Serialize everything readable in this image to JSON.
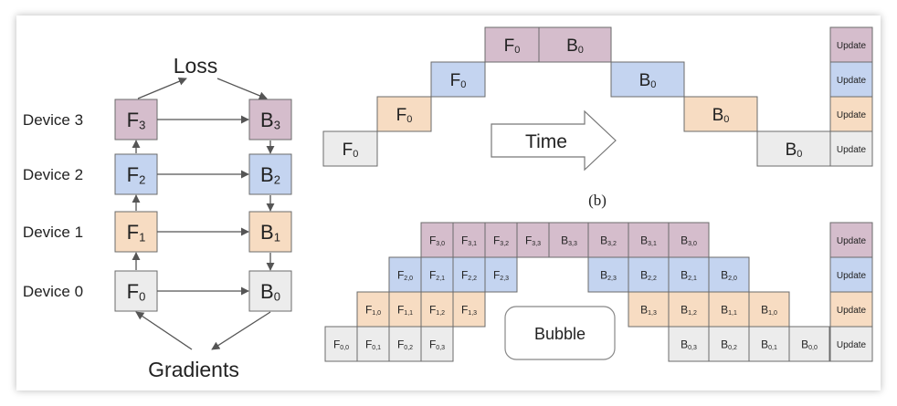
{
  "colors": {
    "purple": "#d5bdcc",
    "blue": "#c4d4f0",
    "orange": "#f7dcc2",
    "gray": "#ececec",
    "edge": "#6b6b6b",
    "text": "#222222"
  },
  "left": {
    "loss_label": "Loss",
    "gradients_label": "Gradients",
    "devices": [
      {
        "label": "Device 3",
        "f": "F",
        "f_sub": "3",
        "b": "B",
        "b_sub": "3",
        "color": "purple"
      },
      {
        "label": "Device 2",
        "f": "F",
        "f_sub": "2",
        "b": "B",
        "b_sub": "2",
        "color": "blue"
      },
      {
        "label": "Device 1",
        "f": "F",
        "f_sub": "1",
        "b": "B",
        "b_sub": "1",
        "color": "orange"
      },
      {
        "label": "Device 0",
        "f": "F",
        "f_sub": "0",
        "b": "B",
        "b_sub": "0",
        "color": "gray"
      }
    ]
  },
  "top": {
    "time_label": "Time",
    "update_label": "Update",
    "caption": "(b)",
    "cells": [
      {
        "row": 3,
        "col": 2,
        "span": 1,
        "main": "F",
        "sub": "0"
      },
      {
        "row": 3,
        "col": 3,
        "span": 1,
        "main": "B",
        "sub": "0"
      },
      {
        "row": 2,
        "col": 1,
        "span": 1,
        "main": "F",
        "sub": "0"
      },
      {
        "row": 2,
        "col": 4,
        "span": 1,
        "main": "B",
        "sub": "0"
      },
      {
        "row": 1,
        "col": 0,
        "span": 1,
        "main": "F",
        "sub": "0"
      },
      {
        "row": 1,
        "col": 5,
        "span": 1,
        "main": "B",
        "sub": "0"
      },
      {
        "row": 0,
        "col": -1,
        "span": 1,
        "main": "F",
        "sub": "0"
      },
      {
        "row": 0,
        "col": 6,
        "span": 1,
        "main": "B",
        "sub": "0"
      }
    ]
  },
  "bottom": {
    "bubble_label": "Bubble",
    "update_label": "Update",
    "rows": [
      {
        "device": 3,
        "forward": [
          "3,0",
          "3,1",
          "3,2",
          "3,3"
        ],
        "backward": [
          "3,3",
          "3,2",
          "3,1",
          "3,0"
        ]
      },
      {
        "device": 2,
        "forward": [
          "2,0",
          "2,1",
          "2,2",
          "2,3"
        ],
        "backward": [
          "2,3",
          "2,2",
          "2,1",
          "2,0"
        ]
      },
      {
        "device": 1,
        "forward": [
          "1,0",
          "1,1",
          "1,2",
          "1,3"
        ],
        "backward": [
          "1,3",
          "1,2",
          "1,1",
          "1,0"
        ]
      },
      {
        "device": 0,
        "forward": [
          "0,0",
          "0,1",
          "0,2",
          "0,3"
        ],
        "backward": [
          "0,3",
          "0,2",
          "0,1",
          "0,0"
        ]
      }
    ]
  }
}
